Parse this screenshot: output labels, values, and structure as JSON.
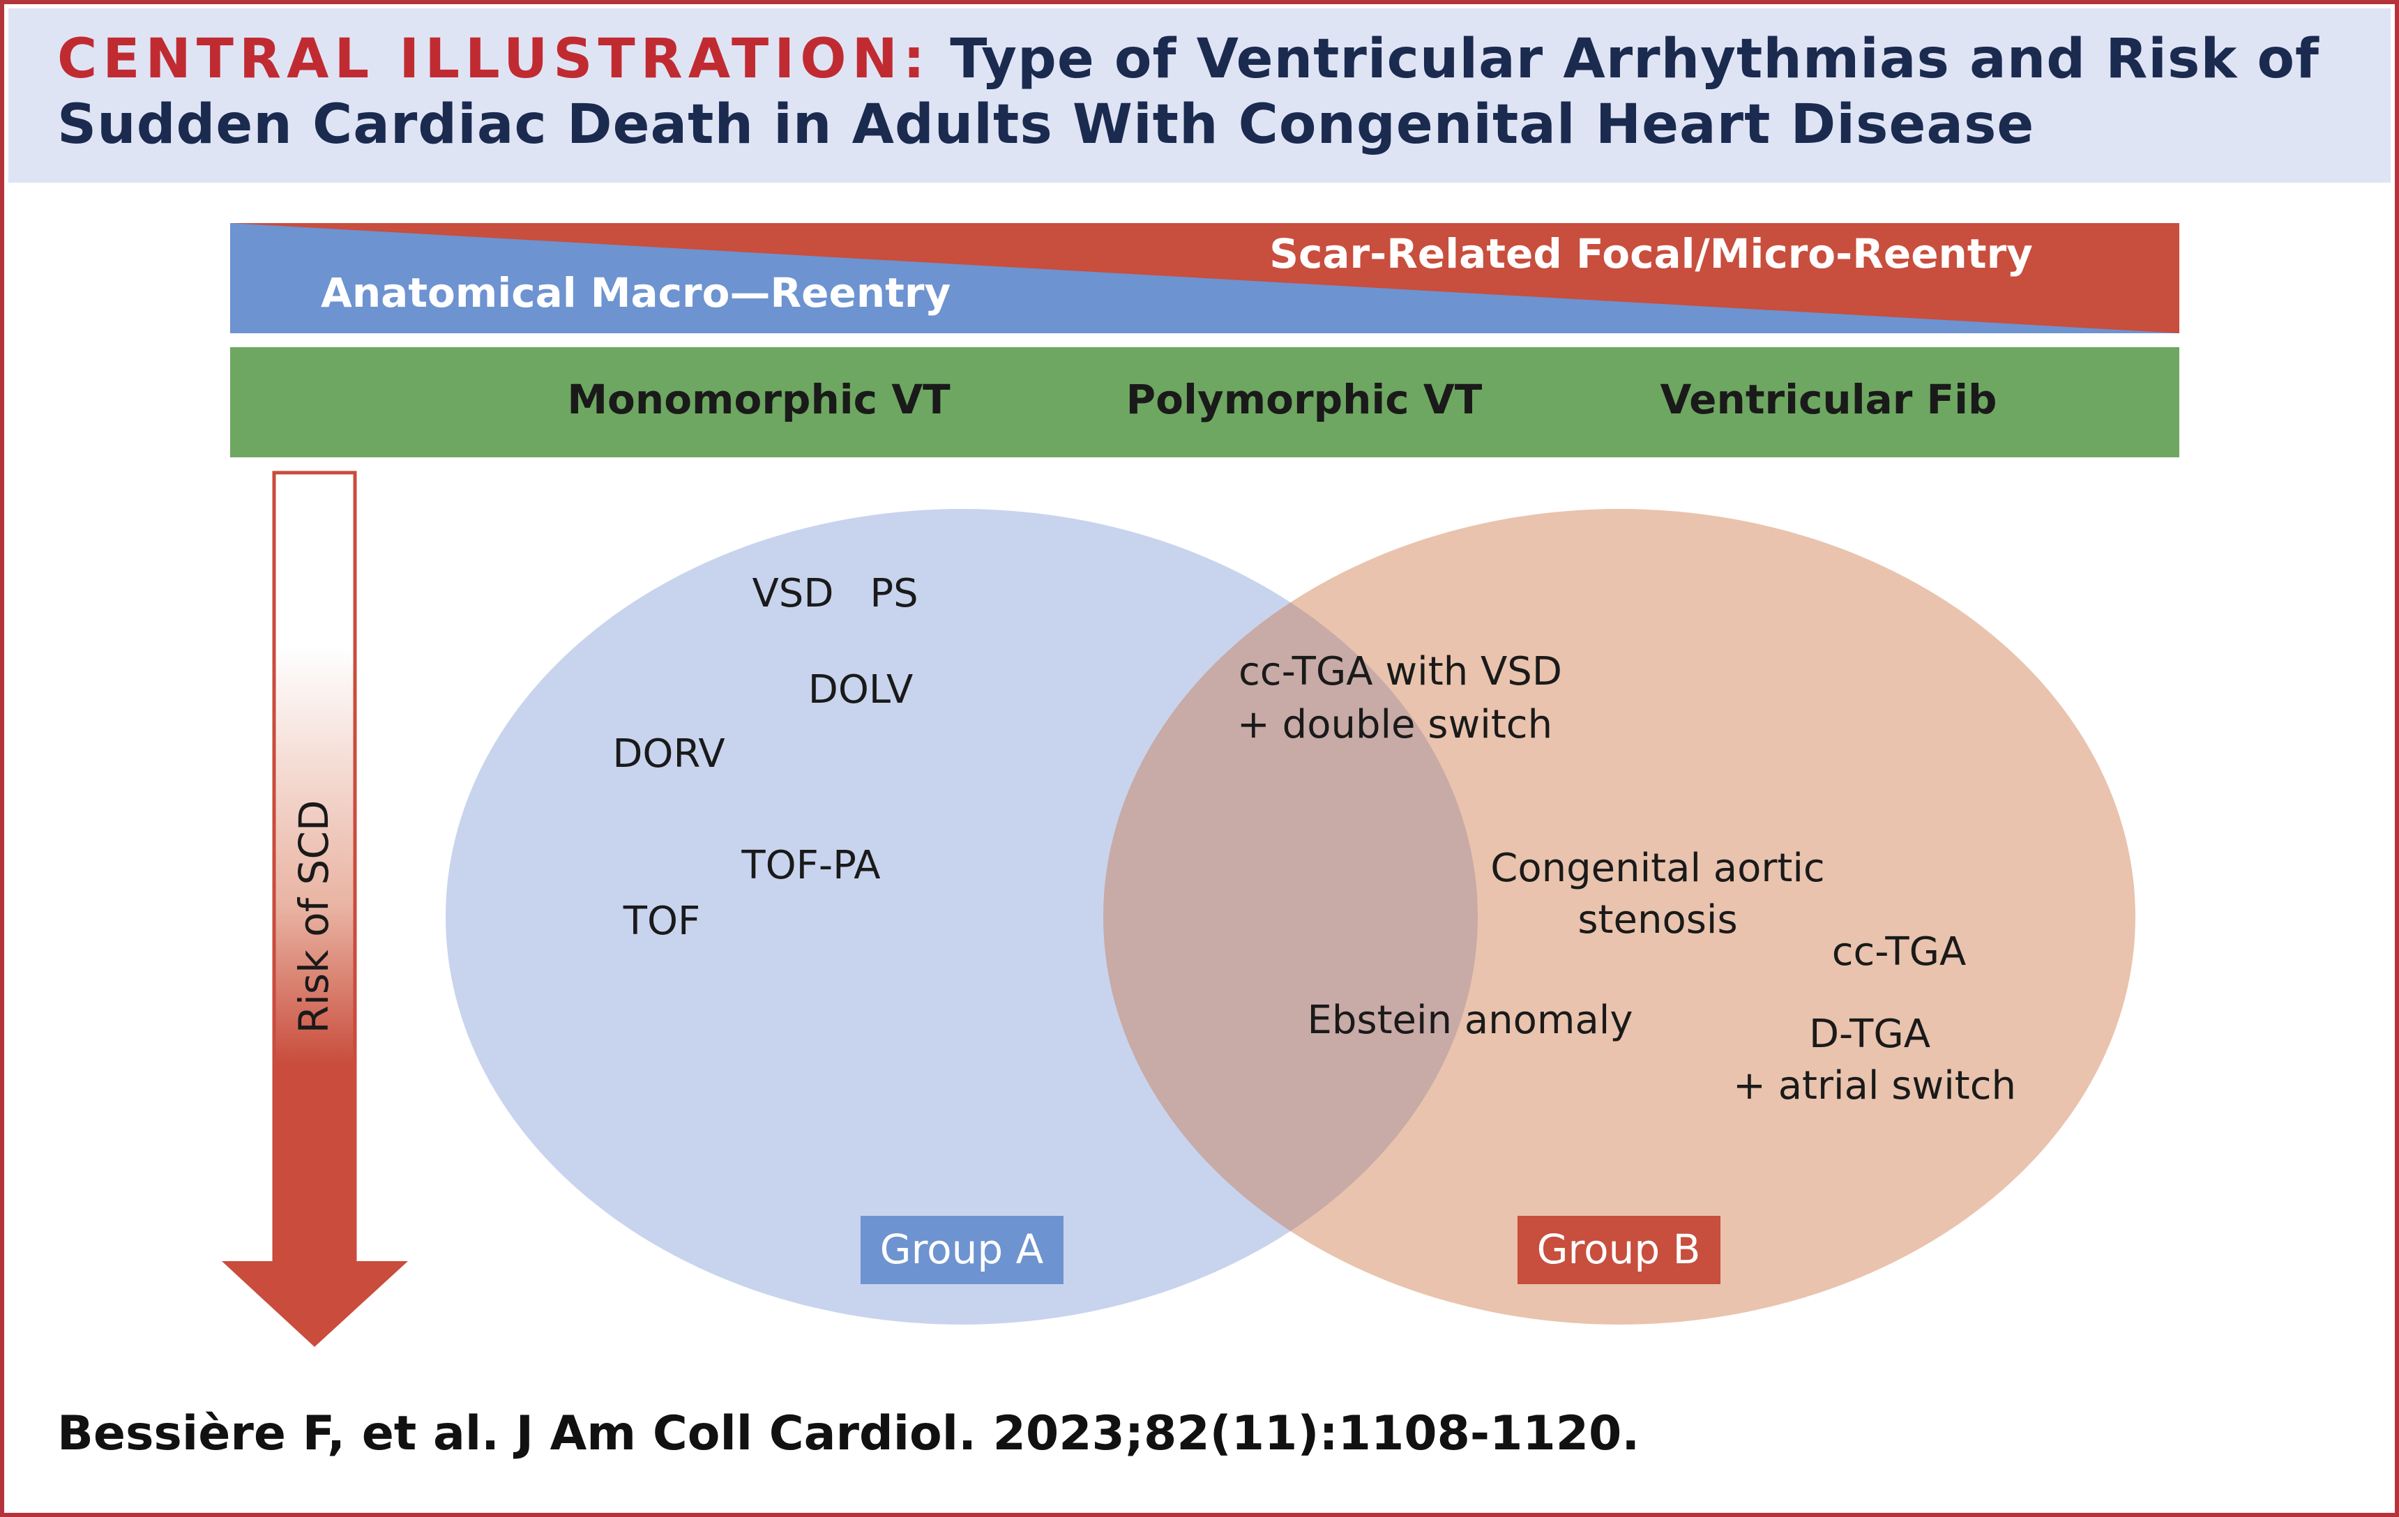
{
  "header": {
    "label": "CENTRAL ILLUSTRATION:",
    "title": "Type of Ventricular Arrhythmias and Risk of Sudden Cardiac Death in Adults With Congenital Heart Disease"
  },
  "mechanism_band": {
    "left_label": "Anatomical Macro—Reentry",
    "right_label": "Scar-Related Focal/Micro-Reentry",
    "left_color": "#6d93d0",
    "right_color": "#c84e3e"
  },
  "arrhythmia_band": {
    "color": "#6ea761",
    "items": [
      "Monomorphic VT",
      "Polymorphic VT",
      "Ventricular Fib"
    ]
  },
  "risk_arrow": {
    "label": "Risk of SCD",
    "color": "#c94c3c"
  },
  "venn": {
    "group_a": {
      "label": "Group A",
      "fill": "#c8d4ee",
      "badge_color": "#6d93d0",
      "items": [
        "VSD",
        "PS",
        "DOLV",
        "DORV",
        "TOF-PA",
        "TOF"
      ]
    },
    "group_b": {
      "label": "Group B",
      "fill": "#e9c3ad",
      "badge_color": "#c84e3e",
      "items": [
        "Congenital aortic",
        "stenosis",
        "cc-TGA",
        "D-TGA",
        "+ atrial switch"
      ]
    },
    "overlap": {
      "fill": "#c8aaa6",
      "items": [
        "cc-TGA with VSD",
        "+ double switch",
        "Ebstein anomaly"
      ]
    }
  },
  "citation": "Bessière F, et al. J Am Coll Cardiol. 2023;82(11):1108-1120."
}
